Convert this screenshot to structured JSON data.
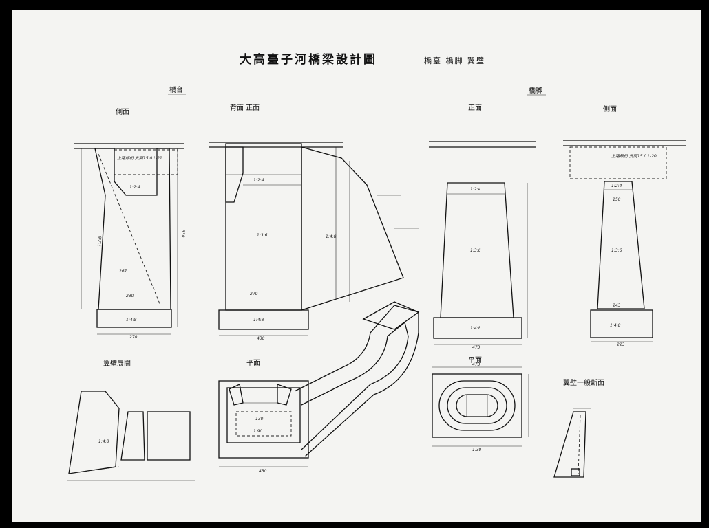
{
  "sheet": {
    "title": "大高臺子河橋梁設計圖",
    "subtitle": "橋臺 橋脚 翼壁"
  },
  "abutment": {
    "group_label": "橋台",
    "side_view_label": "側面",
    "front_view_label": "背面 正面",
    "note_box": "上路鈑桁 支間15.0 L-21",
    "ratios": {
      "main": "1:3:6",
      "footing": "1:4:8",
      "cap": "1:2:4"
    },
    "dims": {
      "base_side": "270",
      "base_front": "430",
      "inner_side": "230",
      "inner_front": "270",
      "height": "330",
      "mid": "267"
    },
    "wing_ratio": "1:4:8"
  },
  "pier": {
    "group_label": "橋脚",
    "front_view_label": "正面",
    "side_view_label": "側面",
    "note_box": "上路鈑桁 支間15.0 L-20",
    "ratios": {
      "main": "1:3:6",
      "footing": "1:4:8",
      "cap": "1:2:4"
    },
    "dims": {
      "base_front": "473",
      "base_side": "223",
      "inner_side": "243",
      "top": "150"
    }
  },
  "wing_wall_elevation": {
    "label": "翼壁展開",
    "ratio": "1:4:8"
  },
  "abutment_plan": {
    "label": "平面",
    "dims": {
      "width": "430",
      "inner": "130",
      "inner2": "1.90"
    }
  },
  "pier_plan": {
    "label": "平面",
    "dims": {
      "width": "473",
      "inner": "1.30"
    }
  },
  "wing_wall_section": {
    "label": "翼壁一般斷面"
  }
}
